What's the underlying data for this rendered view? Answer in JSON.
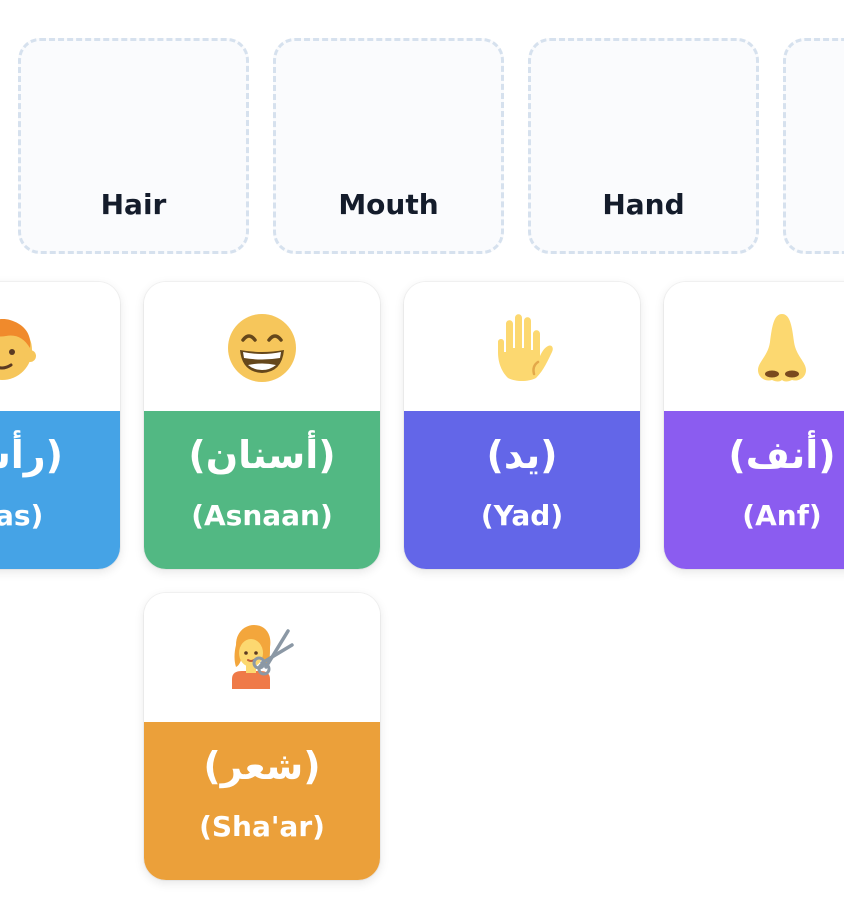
{
  "drop_zones": [
    {
      "label": "Hair"
    },
    {
      "label": "Mouth"
    },
    {
      "label": "Hand"
    },
    {
      "label": ""
    }
  ],
  "cards": [
    {
      "arabic": "(رأس)",
      "transliteration": "(Ras)",
      "icon": "child-face-icon",
      "color": "#45a3e6"
    },
    {
      "arabic": "(أسنان)",
      "transliteration": "(Asnaan)",
      "icon": "grinning-face-icon",
      "color": "#52b883"
    },
    {
      "arabic": "(يد)",
      "transliteration": "(Yad)",
      "icon": "raised-hand-icon",
      "color": "#6366e8"
    },
    {
      "arabic": "(أنف)",
      "transliteration": "(Anf)",
      "icon": "nose-icon",
      "color": "#8b5cf0"
    },
    {
      "arabic": "(شعر)",
      "transliteration": "(Sha'ar)",
      "icon": "hairdresser-icon",
      "color": "#eba03a"
    }
  ]
}
